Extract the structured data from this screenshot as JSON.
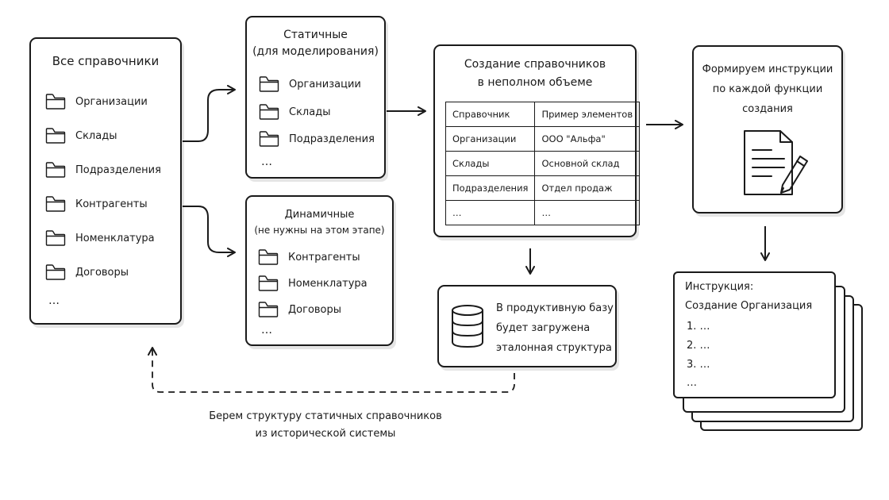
{
  "all_refs": {
    "title": "Все справочники",
    "items": [
      "Организации",
      "Склады",
      "Подразделения",
      "Контрагенты",
      "Номенклатура",
      "Договоры"
    ],
    "more": "…"
  },
  "static_refs": {
    "title_line1": "Статичные",
    "title_line2": "(для моделирования)",
    "items": [
      "Организации",
      "Склады",
      "Подразделения"
    ],
    "more": "…"
  },
  "dynamic_refs": {
    "title_line1": "Динамичные",
    "title_line2": "(не нужны на этом этапе)",
    "items": [
      "Контрагенты",
      "Номенклатура",
      "Договоры"
    ],
    "more": "…"
  },
  "creation": {
    "title_line1": "Создание справочников",
    "title_line2": "в неполном объеме",
    "table": {
      "headers": [
        "Справочник",
        "Пример элементов"
      ],
      "rows": [
        [
          "Организации",
          "ООО \"Альфа\""
        ],
        [
          "Склады",
          "Основной склад"
        ],
        [
          "Подразделения",
          "Отдел продаж"
        ],
        [
          "…",
          "…"
        ]
      ]
    }
  },
  "database": {
    "line1": "В продуктивную базу",
    "line2": "будет загружена",
    "line3": "эталонная структура",
    "icon": "database-icon"
  },
  "instructions_box": {
    "line1": "Формируем инструкции",
    "line2": "по каждой функции",
    "line3": "создания",
    "icon": "document-pencil-icon"
  },
  "instruction_doc": {
    "heading": "Инструкция:",
    "subtitle": "Создание Организация",
    "steps": [
      "1.  …",
      "2.  …",
      "3.  …"
    ],
    "more": "…"
  },
  "feedback": {
    "line1": "Берем структуру статичных справочников",
    "line2": "из исторической системы"
  }
}
